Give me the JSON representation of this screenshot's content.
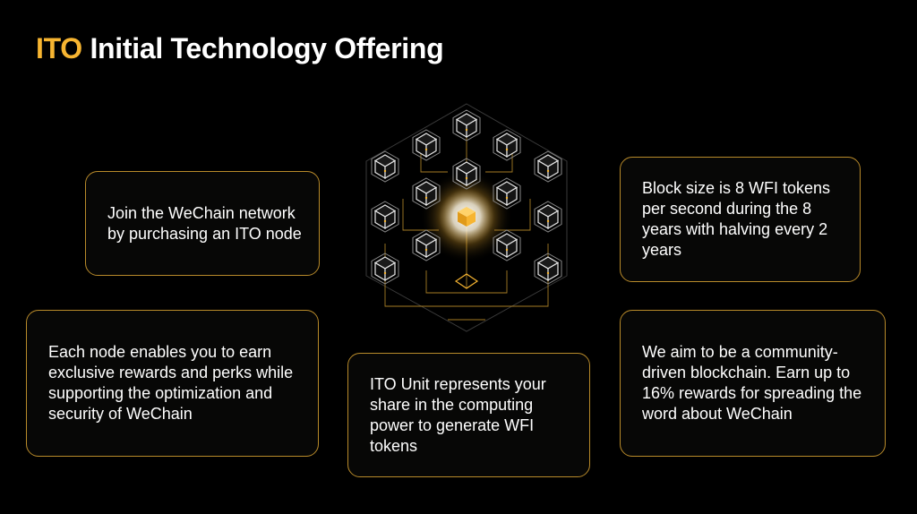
{
  "header": {
    "title_accent": "ITO",
    "title_rest": "Initial Technology Offering"
  },
  "cards": [
    {
      "text": "Join the WeChain network by purchasing an ITO node"
    },
    {
      "text": "Each node enables you to earn exclusive rewards and perks while supporting the optimization and security of WeChain"
    },
    {
      "text": "ITO Unit represents your share in the computing power to generate WFI tokens"
    },
    {
      "text": "Block size is 8 WFI tokens per second during the 8 years with halving every 2 years"
    },
    {
      "text": "We aim to be a community-driven blockchain. Earn up to 16% rewards for spreading the word about WeChain"
    }
  ],
  "colors": {
    "accent": "#f7b531",
    "border": "#b88a2a",
    "background": "#000000",
    "text": "#ffffff"
  },
  "graphic": {
    "icon": "blockchain-node-network-icon"
  }
}
